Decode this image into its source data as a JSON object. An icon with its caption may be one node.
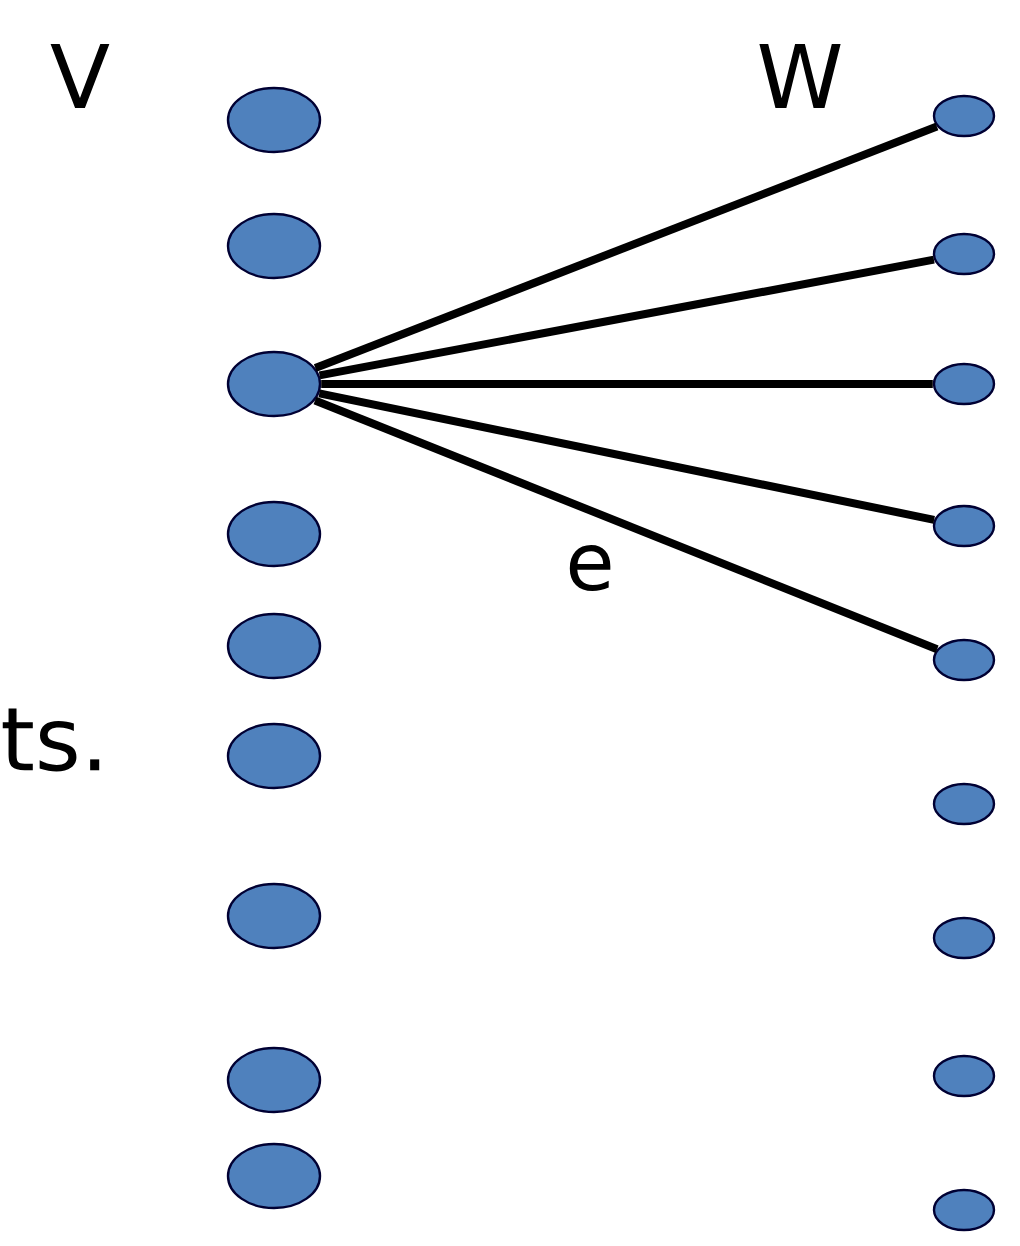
{
  "diagram": {
    "nodes": [
      {
        "text": [],
        "shape": "ellipse"
      },
      {
        "text": [],
        "shape": "ellipse"
      },
      {
        "text": [],
        "shape": "ellipse"
      },
      {
        "text": [],
        "shape": "ellipse"
      },
      {
        "text": [],
        "shape": "ellipse"
      },
      {
        "text": [],
        "shape": "ellipse"
      },
      {
        "text": [],
        "shape": "ellipse"
      },
      {
        "text": [],
        "shape": "ellipse"
      },
      {
        "text": [],
        "shape": "ellipse"
      },
      {
        "text": [],
        "shape": "ellipse"
      },
      {
        "text": [],
        "shape": "ellipse"
      },
      {
        "text": [],
        "shape": "ellipse"
      },
      {
        "text": [],
        "shape": "ellipse"
      },
      {
        "text": [],
        "shape": "ellipse"
      },
      {
        "text": [],
        "shape": "ellipse"
      },
      {
        "text": [],
        "shape": "ellipse"
      },
      {
        "text": [],
        "shape": "ellipse"
      },
      {
        "text": [],
        "shape": "ellipse"
      }
    ],
    "edges": [
      {
        "from": 2,
        "to": 9,
        "arrow": "none"
      },
      {
        "from": 2,
        "to": 10,
        "arrow": "none"
      },
      {
        "from": 2,
        "to": 11,
        "arrow": "none"
      },
      {
        "from": 2,
        "to": 12,
        "arrow": "none"
      },
      {
        "from": 2,
        "to": 13,
        "arrow": "none",
        "label": "e"
      }
    ],
    "labels": [
      "V",
      "W",
      "ts."
    ]
  }
}
